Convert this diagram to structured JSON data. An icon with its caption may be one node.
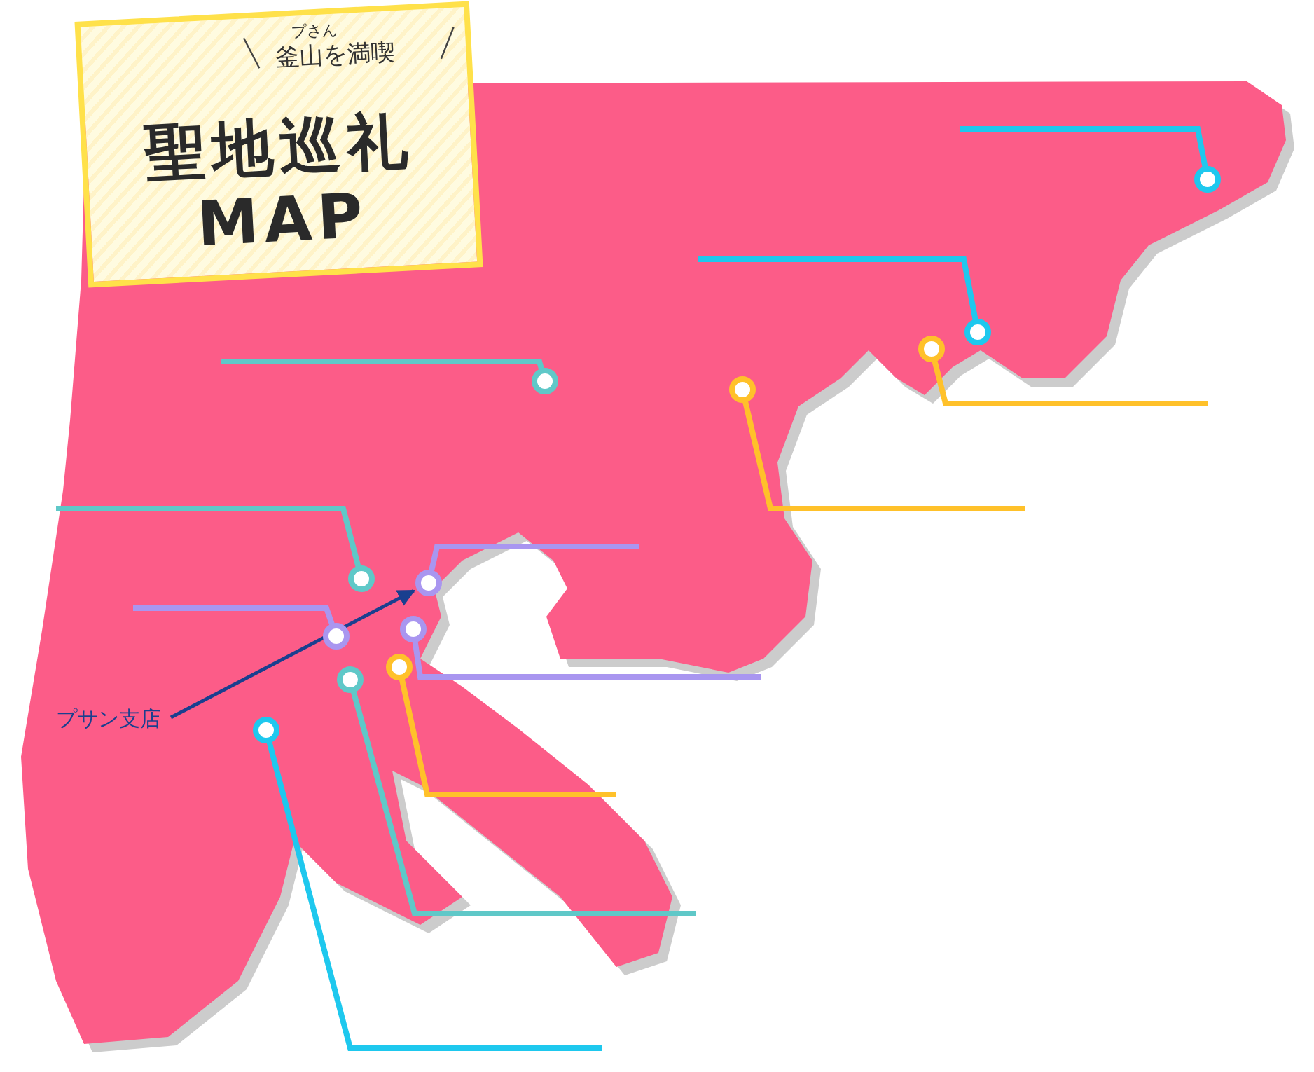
{
  "diagram": {
    "nodes": [
      {
        "text": [
          "プさん",
          "釜山を満喫",
          "聖地巡礼 MAP"
        ]
      },
      {
        "text": [],
        "shape": "circle"
      },
      {
        "text": [],
        "shape": "circle"
      },
      {
        "text": [],
        "shape": "circle"
      },
      {
        "text": [],
        "shape": "circle"
      },
      {
        "text": [],
        "shape": "circle"
      },
      {
        "text": [],
        "shape": "circle"
      },
      {
        "text": [],
        "shape": "circle"
      },
      {
        "text": [],
        "shape": "circle"
      },
      {
        "text": [],
        "shape": "circle"
      },
      {
        "text": [],
        "shape": "circle"
      },
      {
        "text": [],
        "shape": "circle"
      },
      {
        "text": [],
        "shape": "circle"
      },
      {
        "text": [
          "プサン支店"
        ]
      }
    ],
    "edges": [
      {
        "from": 1,
        "to": null,
        "arrow": "none",
        "color": "#1ec8ee"
      },
      {
        "from": 2,
        "to": null,
        "arrow": "none",
        "color": "#1ec8ee"
      },
      {
        "from": 3,
        "to": null,
        "arrow": "none",
        "color": "#ffc12a"
      },
      {
        "from": 4,
        "to": null,
        "arrow": "none",
        "color": "#5fc8c8"
      },
      {
        "from": 5,
        "to": null,
        "arrow": "none",
        "color": "#ffc12a"
      },
      {
        "from": 6,
        "to": null,
        "arrow": "none",
        "color": "#5fc8c8"
      },
      {
        "from": 7,
        "to": null,
        "arrow": "none",
        "color": "#a996f0"
      },
      {
        "from": 8,
        "to": null,
        "arrow": "none",
        "color": "#a996f0"
      },
      {
        "from": 9,
        "to": null,
        "arrow": "none",
        "color": "#a996f0"
      },
      {
        "from": 10,
        "to": null,
        "arrow": "none",
        "color": "#ffc12a"
      },
      {
        "from": 11,
        "to": null,
        "arrow": "none",
        "color": "#5fc8c8"
      },
      {
        "from": 12,
        "to": null,
        "arrow": "none",
        "color": "#1ec8ee"
      },
      {
        "from": 13,
        "to": 7,
        "arrow": "to",
        "color": "#1a3f8f"
      }
    ]
  }
}
